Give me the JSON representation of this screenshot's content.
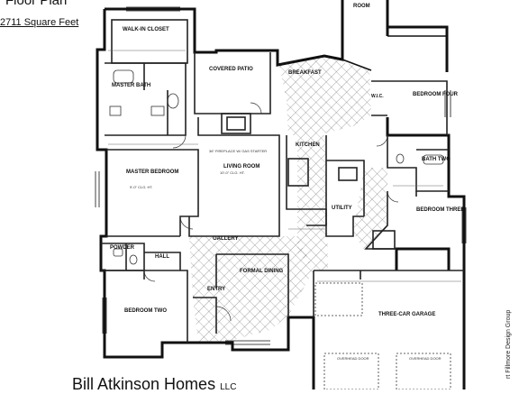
{
  "header": {
    "title": "Floor Plan",
    "square_feet": "2711 Square Feet"
  },
  "footer": {
    "builder": "Bill Atkinson Homes",
    "builder_suffix": "LLC",
    "credit": "rt Fillmore Design Group"
  },
  "rooms": {
    "walk_in_closet": "WALK-IN CLOSET",
    "master_bath": "MASTER BATH",
    "covered_patio": "COVERED PATIO",
    "breakfast": "BREAKFAST",
    "great_room": "ROOM",
    "bedroom_four": "BEDROOM FOUR",
    "master_bedroom": "MASTER BEDROOM",
    "living_room": "LIVING ROOM",
    "kitchen": "KITCHEN",
    "bath_two": "BATH TWO",
    "bedroom_three": "BEDROOM THREE",
    "utility": "UTILITY",
    "gallery": "GALLERY",
    "powder": "POWDER",
    "hall": "HALL",
    "formal_dining": "FORMAL DINING",
    "entry": "ENTRY",
    "bedroom_two": "BEDROOM TWO",
    "three_car_garage": "THREE-CAR GARAGE",
    "wic": "W.I.C."
  },
  "notes": {
    "overhead_door_1": "OVERHEAD DOOR",
    "overhead_door_2": "OVERHEAD DOOR",
    "fireplace": "36\" FIREPLACE W/ GAS STARTER",
    "ceiling_9": "9'-0\" CLG. HT.",
    "ceiling_10": "10'-0\" CLG. HT."
  },
  "colors": {
    "ink": "#111111",
    "hatch": "#444444",
    "paper": "#ffffff"
  }
}
